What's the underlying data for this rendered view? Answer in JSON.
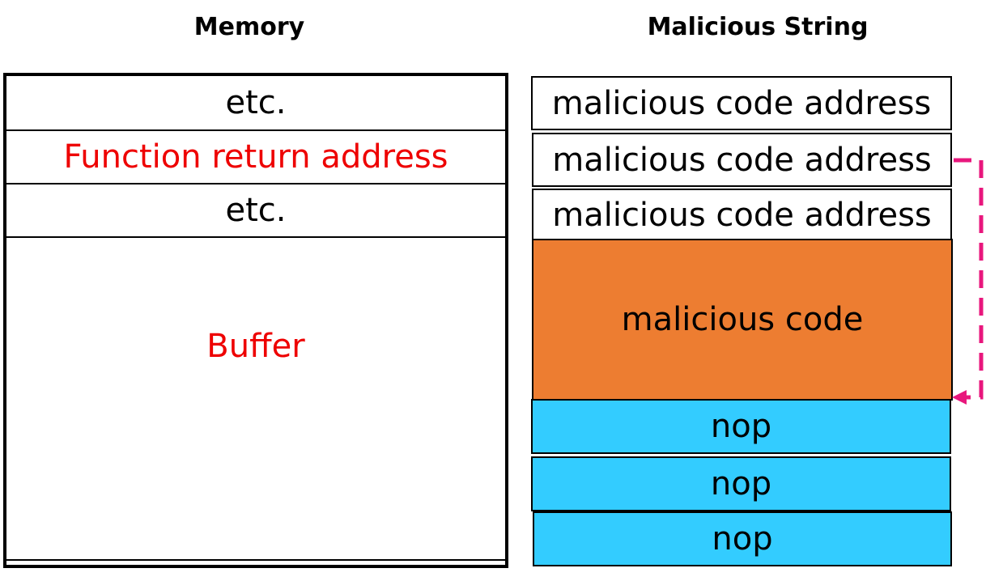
{
  "titles": {
    "memory": "Memory",
    "malicious_string": "Malicious String"
  },
  "memory": {
    "rows": [
      "etc.",
      "Function return address",
      "etc.",
      "Buffer"
    ]
  },
  "malicious_string": {
    "blocks": [
      "malicious code address",
      "malicious code address",
      "malicious code address",
      "malicious code",
      "nop",
      "nop",
      "nop"
    ]
  },
  "colors": {
    "highlight_text": "#ee0000",
    "malicious_code_fill": "#ed7d31",
    "nop_fill": "#33ccff",
    "arrow": "#e8177d"
  }
}
